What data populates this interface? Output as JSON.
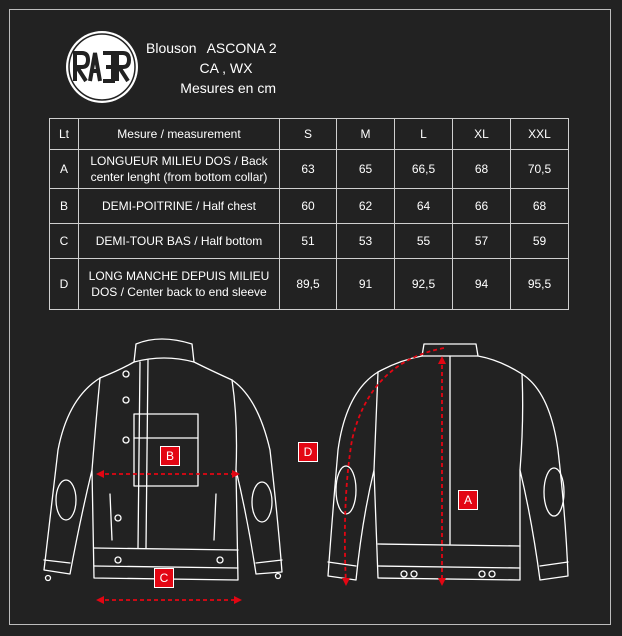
{
  "brand": {
    "logo_text": "RAER"
  },
  "header": {
    "product_label": "Blouson",
    "model": "ASCONA 2",
    "variants": "CA , WX",
    "units": "Mesures en cm"
  },
  "table": {
    "headers": [
      "Lt",
      "Mesure / measurement",
      "S",
      "M",
      "L",
      "XL",
      "XXL"
    ],
    "rows": [
      {
        "lt": "A",
        "label_line1": "LONGUEUR MILIEU DOS / Back",
        "label_line2": "center lenght (from bottom collar)",
        "values": [
          "63",
          "65",
          "66,5",
          "68",
          "70,5"
        ]
      },
      {
        "lt": "B",
        "label_line1": "DEMI-POITRINE / Half chest",
        "label_line2": "",
        "values": [
          "60",
          "62",
          "64",
          "66",
          "68"
        ]
      },
      {
        "lt": "C",
        "label_line1": "DEMI-TOUR BAS / Half bottom",
        "label_line2": "",
        "values": [
          "51",
          "53",
          "55",
          "57",
          "59"
        ]
      },
      {
        "lt": "D",
        "label_line1": "LONG MANCHE DEPUIS MILIEU",
        "label_line2": "DOS  / Center back to end sleeve",
        "values": [
          "89,5",
          "91",
          "92,5",
          "94",
          "95,5"
        ]
      }
    ]
  },
  "diagram_tags": {
    "a": "A",
    "b": "B",
    "c": "C",
    "d": "D"
  },
  "colors": {
    "background": "#222222",
    "line": "#ffffff",
    "accent": "#e30613",
    "border": "#cfcfcf"
  }
}
